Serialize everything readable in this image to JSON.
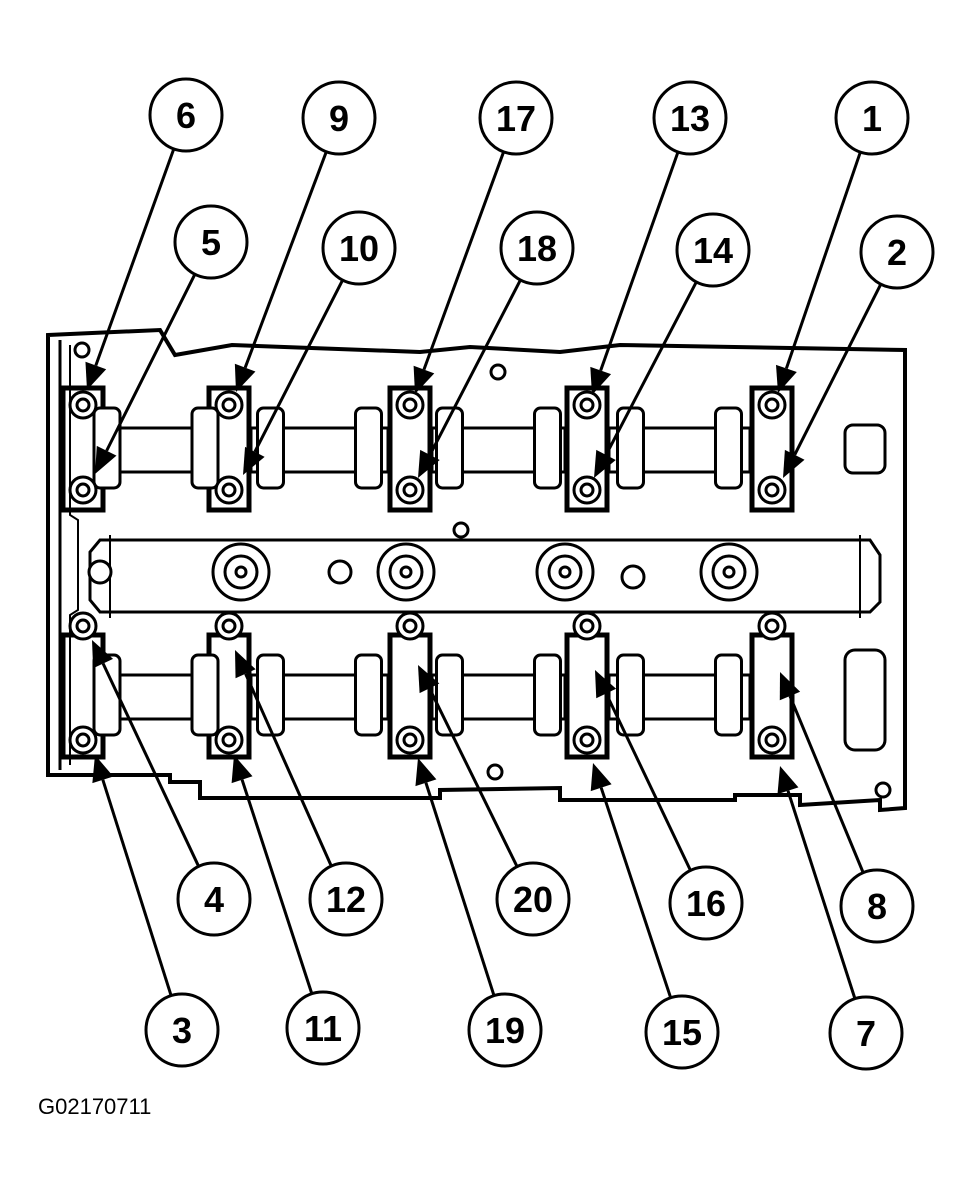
{
  "figure_code": "G02170711",
  "callouts": [
    {
      "label": "6"
    },
    {
      "label": "9"
    },
    {
      "label": "17"
    },
    {
      "label": "13"
    },
    {
      "label": "1"
    },
    {
      "label": "5"
    },
    {
      "label": "10"
    },
    {
      "label": "18"
    },
    {
      "label": "14"
    },
    {
      "label": "2"
    },
    {
      "label": "4"
    },
    {
      "label": "12"
    },
    {
      "label": "20"
    },
    {
      "label": "16"
    },
    {
      "label": "8"
    },
    {
      "label": "3"
    },
    {
      "label": "11"
    },
    {
      "label": "19"
    },
    {
      "label": "15"
    },
    {
      "label": "7"
    }
  ],
  "colors": {
    "ink": "#000000",
    "paper": "#ffffff"
  }
}
